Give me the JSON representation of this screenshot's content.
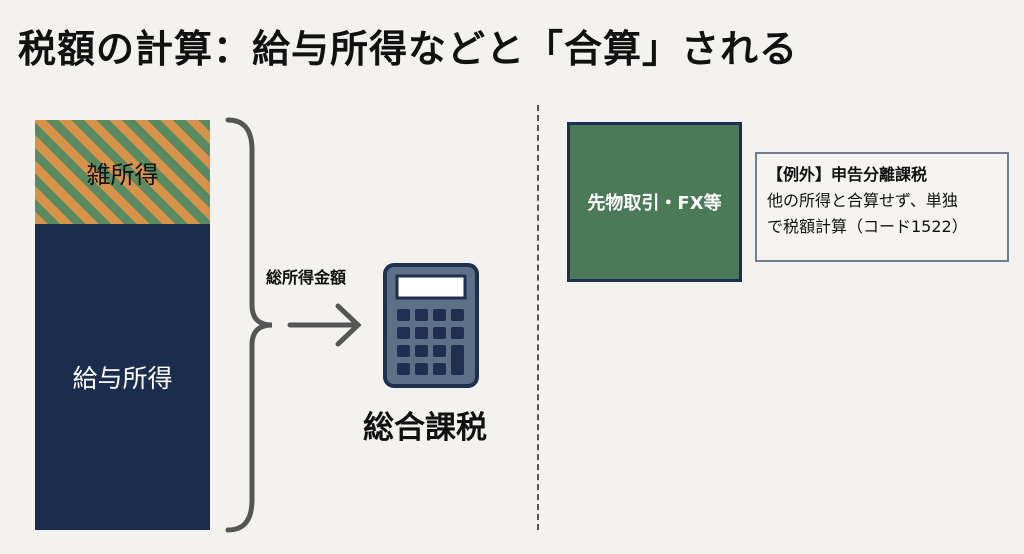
{
  "title": "税額の計算：給与所得などと「合算」される",
  "bar": {
    "misc_income": "雑所得",
    "salary_income": "給与所得"
  },
  "total_income_label": "総所得金額",
  "comprehensive_tax": "総合課税",
  "futures_box": "先物取引・FX等",
  "exception": {
    "heading": "【例外】申告分離課税",
    "line1": "他の所得と合算せず、単独",
    "line2": "で税額計算（コード1522）"
  },
  "colors": {
    "navy": "#1b2d4f",
    "green": "#4a7a57",
    "orange": "#d9924a",
    "calculator": "#5c7187"
  }
}
